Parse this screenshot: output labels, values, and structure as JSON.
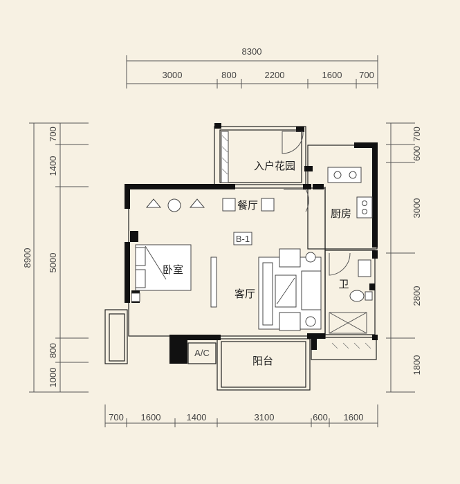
{
  "colors": {
    "background": "#f7f1e3",
    "wall": "#111111",
    "line": "#555555"
  },
  "dimensions": {
    "top_total": "8300",
    "top": [
      "3000",
      "800",
      "2200",
      "1600",
      "700"
    ],
    "bottom": [
      "700",
      "1600",
      "1400",
      "3100",
      "600",
      "1600"
    ],
    "left_total": "8900",
    "left": [
      "700",
      "1400",
      "5000",
      "800",
      "1000"
    ],
    "right": [
      "700",
      "600",
      "3000",
      "2800",
      "1800"
    ]
  },
  "rooms": {
    "entry_garden": "入户花园",
    "dining": "餐厅",
    "kitchen": "厨房",
    "unit_label": "B-1",
    "bedroom": "卧室",
    "living": "客厅",
    "bathroom": "卫",
    "ac": "A/C",
    "balcony": "阳台"
  }
}
